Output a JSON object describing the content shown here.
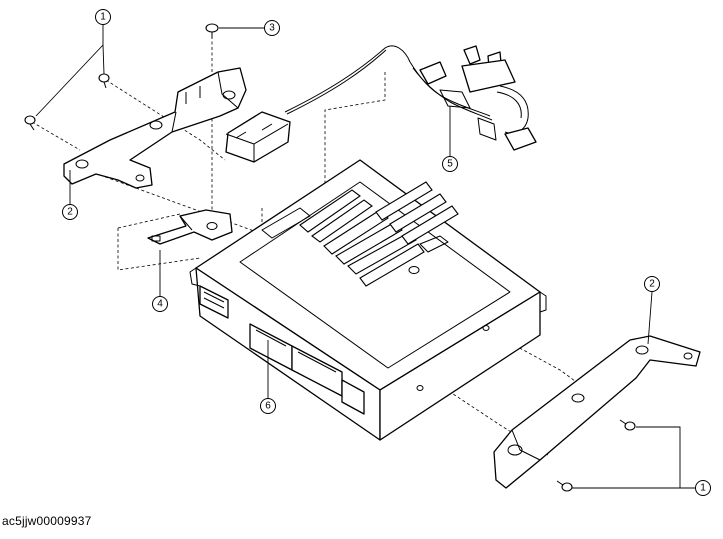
{
  "callouts": [
    {
      "id": "callout-1-top",
      "num": "1"
    },
    {
      "id": "callout-2-left",
      "num": "2"
    },
    {
      "id": "callout-3",
      "num": "3"
    },
    {
      "id": "callout-4",
      "num": "4"
    },
    {
      "id": "callout-5",
      "num": "5"
    },
    {
      "id": "callout-6",
      "num": "6"
    },
    {
      "id": "callout-2-right",
      "num": "2"
    },
    {
      "id": "callout-1-bottom",
      "num": "1"
    }
  ],
  "figure_id": "ac5jjw00009937"
}
